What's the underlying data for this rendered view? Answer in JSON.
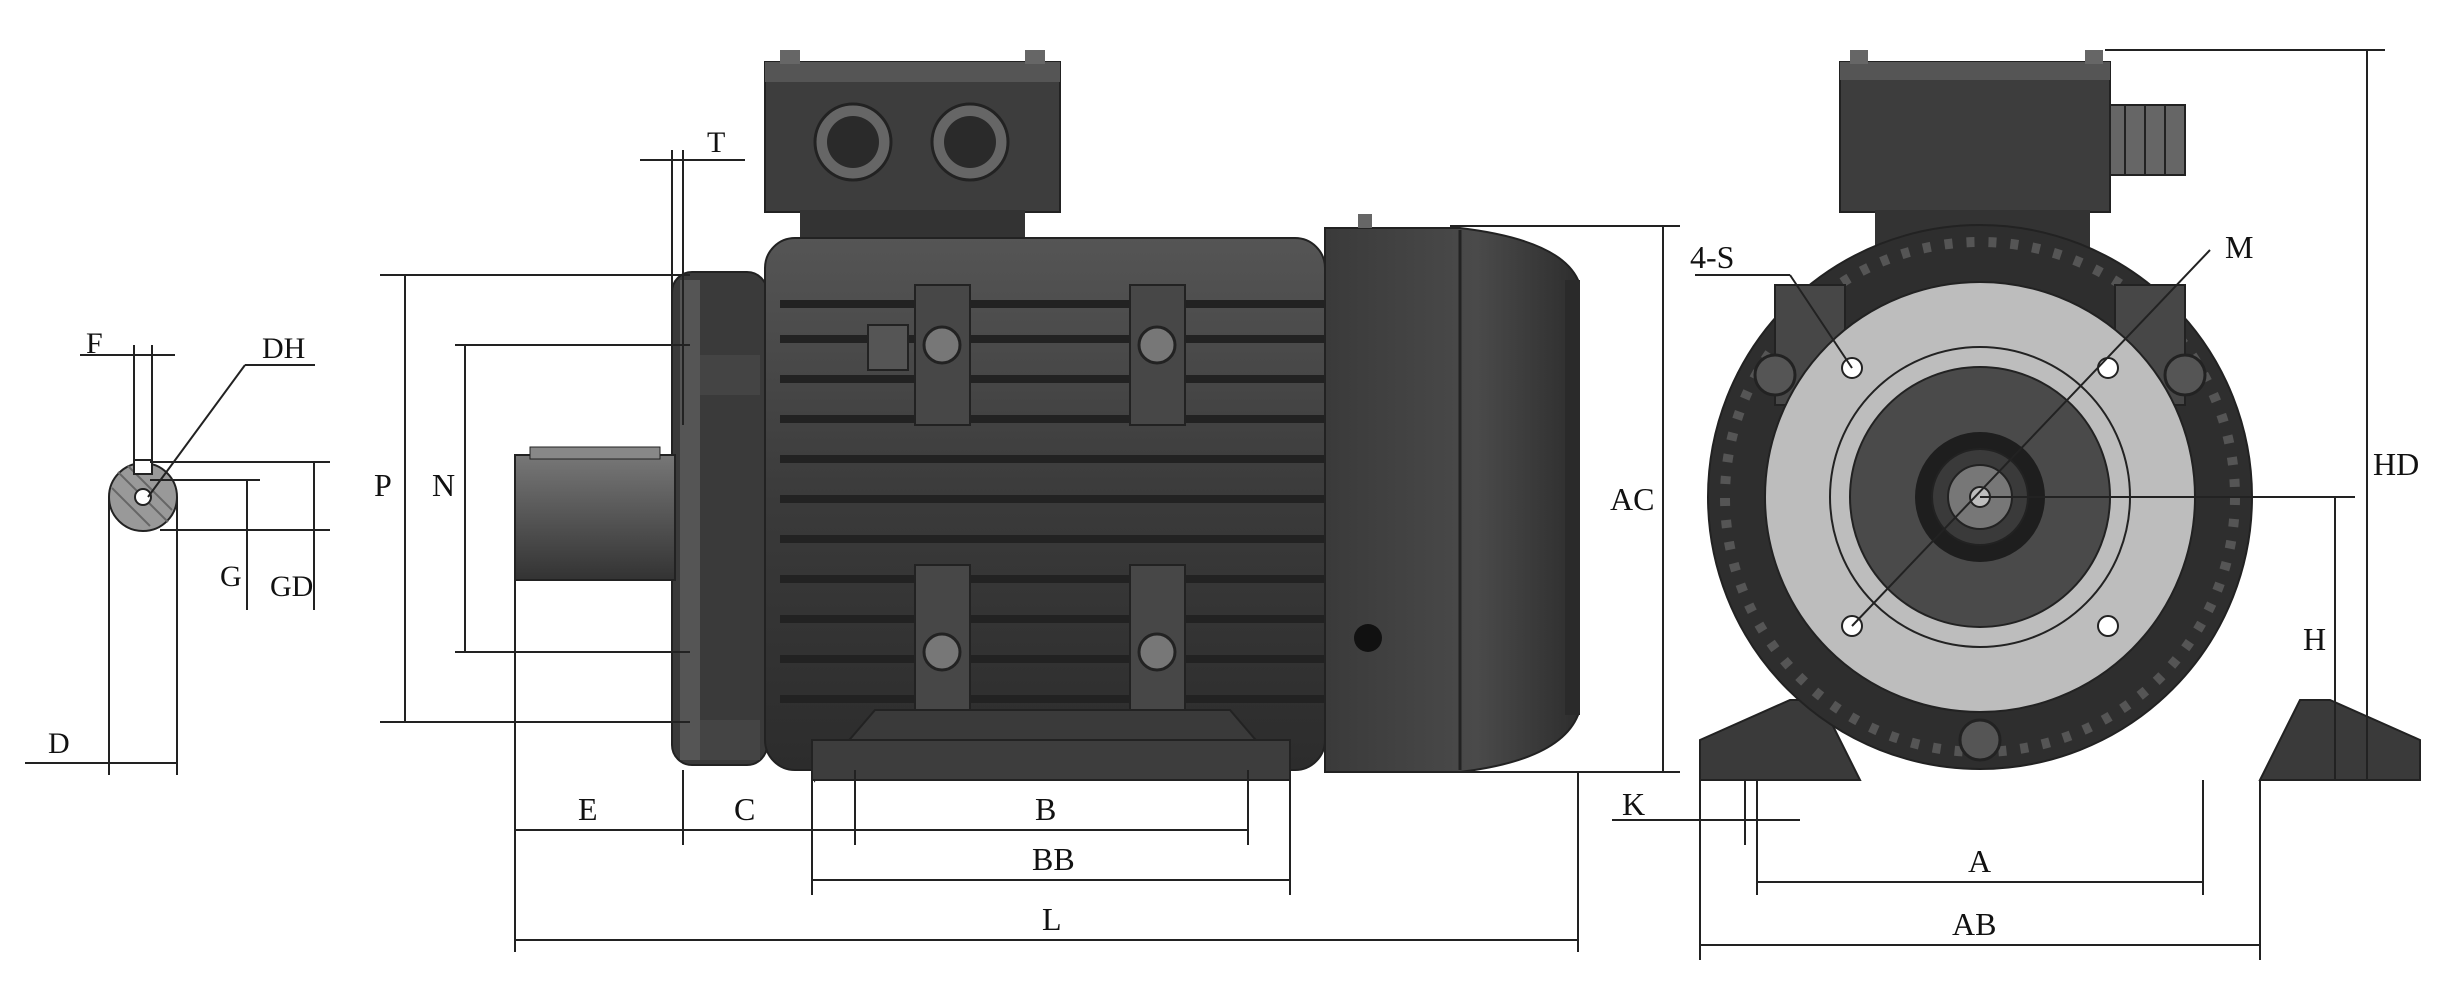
{
  "labels": {
    "F": "F",
    "DH": "DH",
    "G": "G",
    "GD": "GD",
    "D": "D",
    "T": "T",
    "P": "P",
    "N": "N",
    "E": "E",
    "C": "C",
    "B": "B",
    "BB": "BB",
    "L": "L",
    "AC": "AC",
    "S": "4-S",
    "M": "M",
    "HD": "HD",
    "H": "H",
    "K": "K",
    "A": "A",
    "AB": "AB"
  },
  "colors": {
    "body": "#3d3d3d",
    "body_dark": "#2a2a2a",
    "body_light": "#5a5a5a",
    "flange": "#bdbdbd",
    "line": "#222222"
  }
}
